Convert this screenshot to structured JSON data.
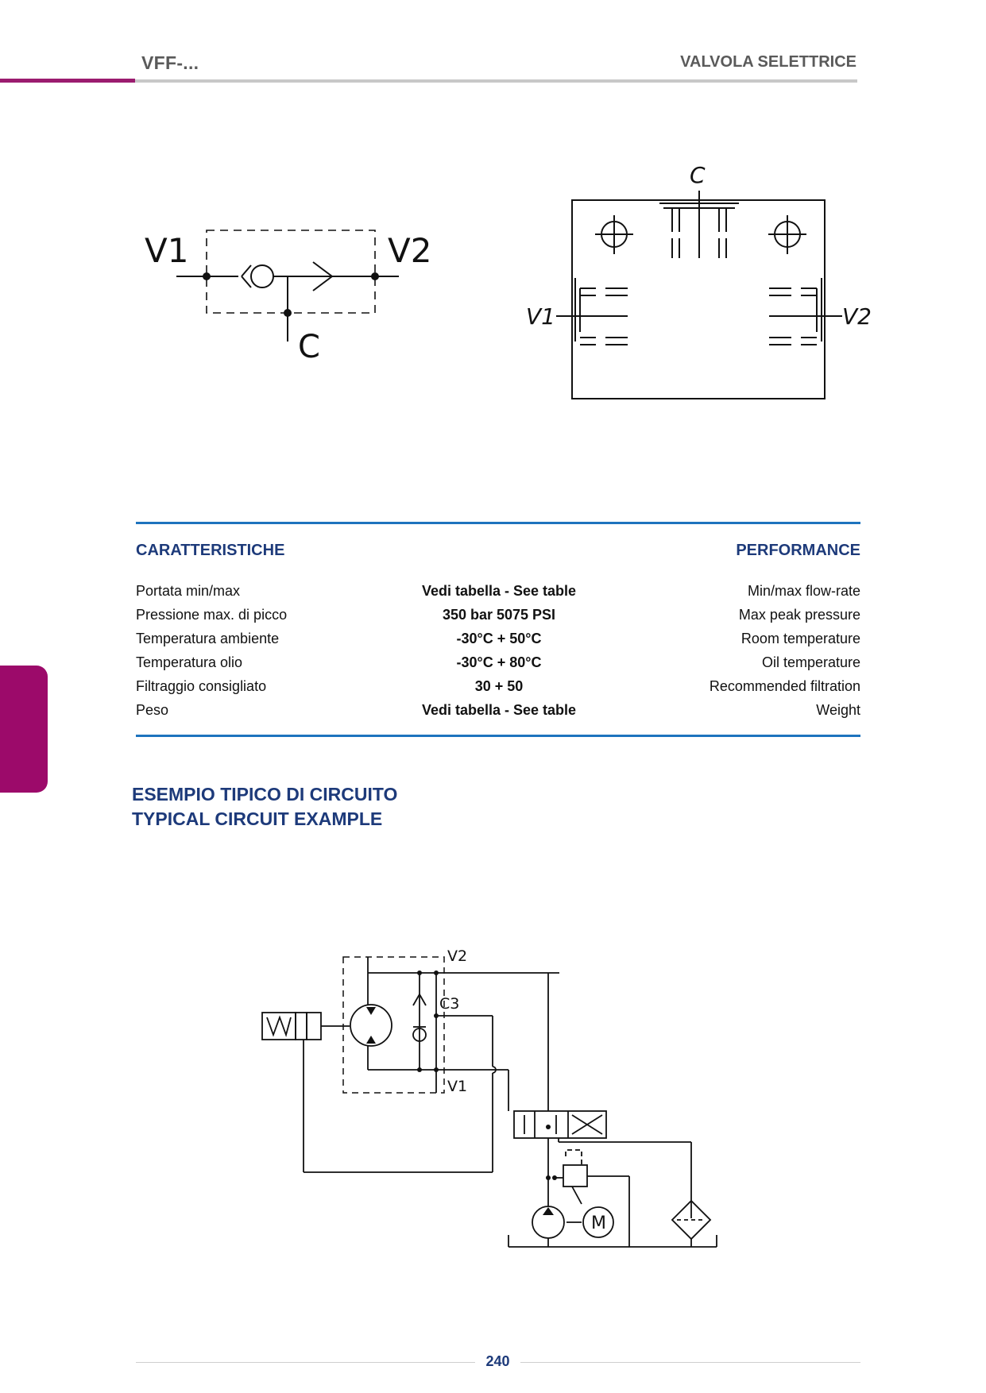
{
  "header": {
    "code": "VFF-...",
    "title": "VALVOLA SELETTRICE",
    "accent_color": "#9b1c6f"
  },
  "symbol_diagram": {
    "port_v1": "V1",
    "port_v2": "V2",
    "port_c": "C"
  },
  "body_diagram": {
    "port_c": "C",
    "port_v1": "V1",
    "port_v2": "V2"
  },
  "performance": {
    "left_title": "CARATTERISTICHE",
    "right_title": "PERFORMANCE",
    "rows": [
      {
        "it": "Portata min/max",
        "value": "Vedi tabella - See table",
        "en": "Min/max flow-rate"
      },
      {
        "it": "Pressione max. di picco",
        "value": "350 bar 5075 PSI",
        "en": "Max peak pressure"
      },
      {
        "it": "Temperatura ambiente",
        "value": "-30°C + 50°C",
        "en": "Room temperature"
      },
      {
        "it": "Temperatura olio",
        "value": "-30°C + 80°C",
        "en": "Oil temperature"
      },
      {
        "it": "Filtraggio consigliato",
        "value": "30 + 50",
        "en": "Recommended filtration"
      },
      {
        "it": "Peso",
        "value": "Vedi tabella - See table",
        "en": "Weight"
      }
    ],
    "rule_color": "#1e73be",
    "title_color": "#1d3a7a"
  },
  "circuit": {
    "title_it": "ESEMPIO TIPICO DI CIRCUITO",
    "title_en": "TYPICAL CIRCUIT EXAMPLE",
    "label_v2": "V2",
    "label_c3": "C3",
    "label_v1": "V1",
    "label_motor": "M"
  },
  "footer": {
    "page_number": "240"
  },
  "icons": [
    "motor-icon",
    "pump-icon",
    "filter-icon",
    "check-valve-icon",
    "spring-icon"
  ]
}
